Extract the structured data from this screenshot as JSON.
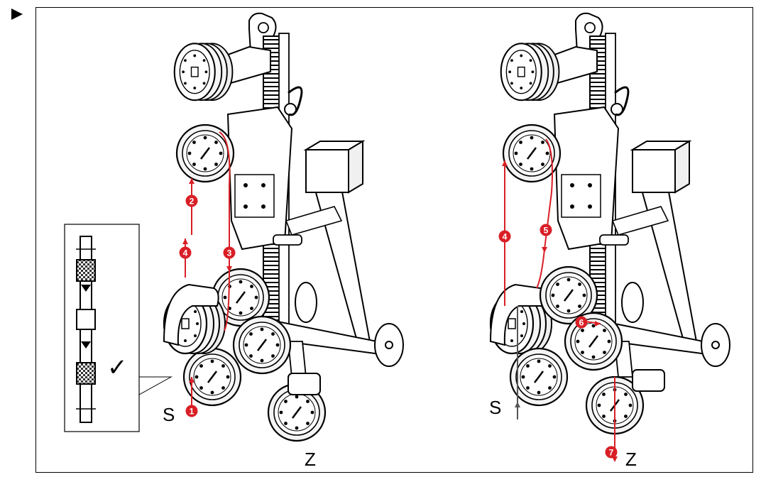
{
  "labels": {
    "left_s": "S",
    "left_z": "Z",
    "right_s": "S",
    "right_z": "Z",
    "check": "✓"
  },
  "steps_left": [
    "1",
    "2",
    "3",
    "4"
  ],
  "steps_right": [
    "4",
    "5",
    "6",
    "7"
  ],
  "colors": {
    "wire": "#d91f26",
    "outline": "#000000",
    "gray_wire": "#555555",
    "bead_pattern": "#333333"
  },
  "icons": {
    "section_marker": "play-triangle-icon",
    "check": "checkmark-icon"
  }
}
